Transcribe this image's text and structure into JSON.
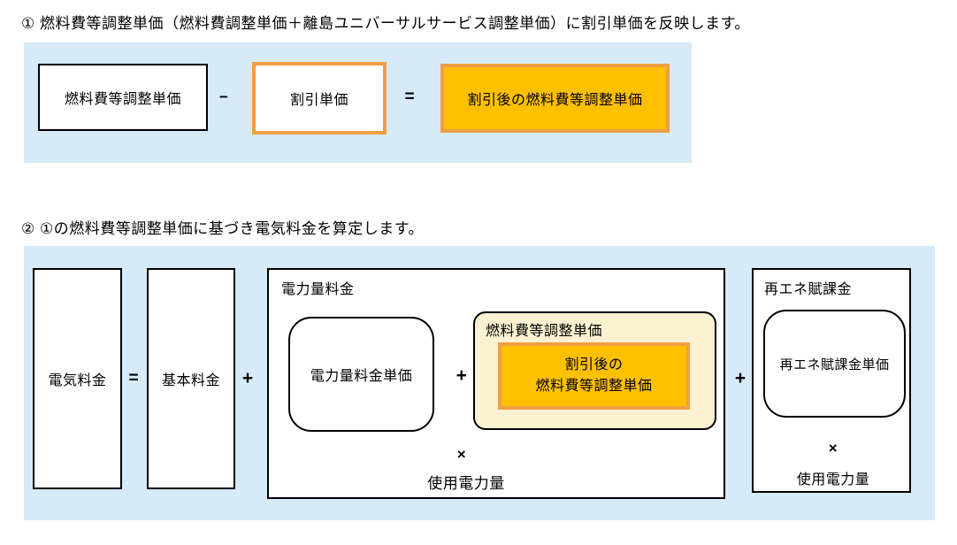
{
  "colors": {
    "panel_blue": "#D6EAF8",
    "orange_fill": "#FFC000",
    "orange_border": "#EF9F43",
    "cream_fill": "#FCF1D0"
  },
  "section1": {
    "heading": "① 燃料費等調整単価（燃料費調整単価＋離島ユニバーサルサービス調整単価）に割引単価を反映します。",
    "box_fuel_adjust": "燃料費等調整単価",
    "minus": "−",
    "box_discount": "割引単価",
    "equals": "=",
    "box_result": "割引後の燃料費等調整単価"
  },
  "section2": {
    "heading": "② ①の燃料費等調整単価に基づき電気料金を算定します。",
    "box_electricity": "電気料金",
    "equals": "=",
    "box_basic": "基本料金",
    "plus1": "+",
    "energy_charge": {
      "label": "電力量料金",
      "box_unit": "電力量料金単価",
      "plus": "+",
      "fuel_group_label": "燃料費等調整単価",
      "box_discounted_line1": "割引後の",
      "box_discounted_line2": "燃料費等調整単価",
      "times": "×",
      "usage": "使用電力量"
    },
    "plus2": "+",
    "renewable": {
      "label": "再エネ賦課金",
      "box_unit": "再エネ賦課金単価",
      "times": "×",
      "usage": "使用電力量"
    }
  }
}
